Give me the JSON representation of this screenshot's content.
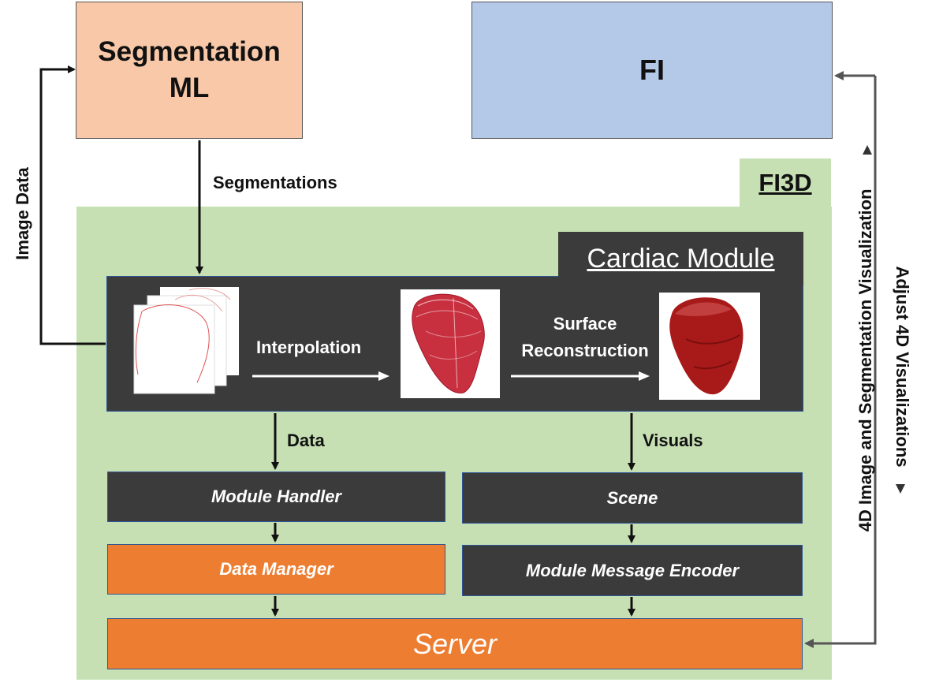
{
  "boxes": {
    "segmentation_ml": "Segmentation\nML",
    "fi": "FI",
    "fi3d": "FI3D",
    "cardiac_module": "Cardiac Module",
    "module_handler": "Module Handler",
    "scene": "Scene",
    "data_manager": "Data Manager",
    "module_message_encoder": "Module Message Encoder",
    "server": "Server"
  },
  "labels": {
    "segmentations": "Segmentations",
    "image_data": "Image Data",
    "interpolation": "Interpolation",
    "surface_reconstruction_1": "Surface",
    "surface_reconstruction_2": "Reconstruction",
    "data": "Data",
    "visuals": "Visuals",
    "image_seg_vis": "4D  Image and Segmentation Visualization",
    "adjust_vis": "Adjust 4D Visualizations"
  },
  "colors": {
    "segmentation_ml": "#f8c8a8",
    "fi": "#b4c8e8",
    "fi3d": "#c6e0b4",
    "dark": "#3b3b3b",
    "orange": "#ed7d31",
    "heart_red": "#b01818"
  }
}
